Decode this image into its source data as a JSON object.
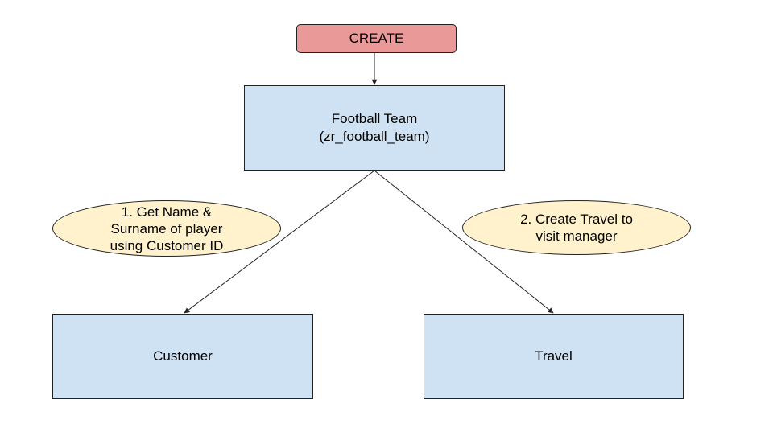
{
  "nodes": {
    "create": {
      "label": "CREATE"
    },
    "team": {
      "line1": "Football Team",
      "line2": "(zr_football_team)"
    },
    "customer": {
      "label": "Customer"
    },
    "travel": {
      "label": "Travel"
    }
  },
  "notes": {
    "note1": {
      "line1": "1. Get Name &",
      "line2": "Surname of player",
      "line3": "using Customer ID"
    },
    "note2": {
      "line1": "2. Create Travel to",
      "line2": "visit manager"
    }
  },
  "colors": {
    "create_fill": "#ea9999",
    "box_fill": "#cfe2f3",
    "note_fill": "#fff2cc",
    "stroke": "#222222"
  }
}
